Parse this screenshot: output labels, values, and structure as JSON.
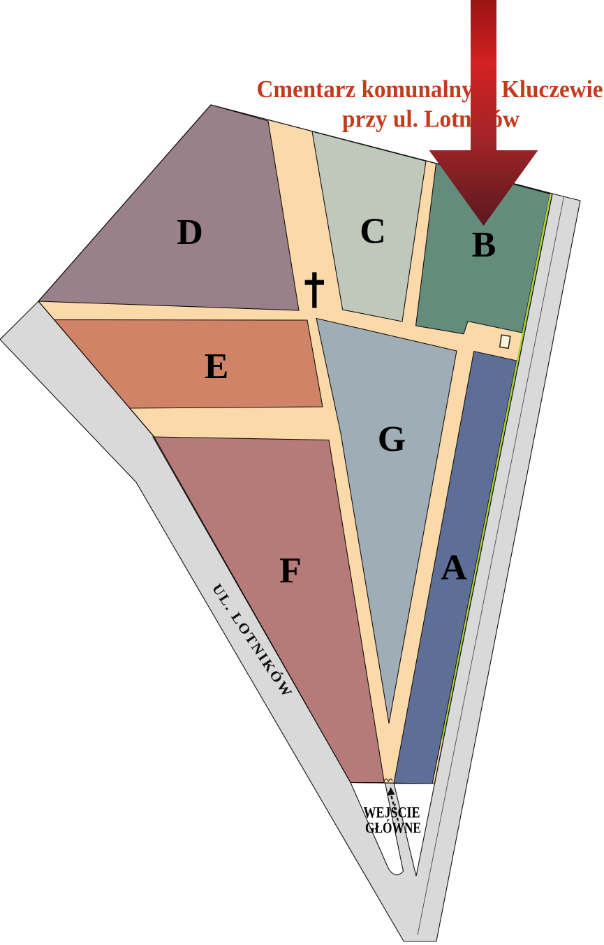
{
  "title": {
    "line1": "Cmentarz komunalny w Kluczewie",
    "line2": "przy ul. Lotników",
    "color": "#c43a1c"
  },
  "sections": {
    "A": {
      "label": "A",
      "color": "#5e6f97"
    },
    "B": {
      "label": "B",
      "color": "#648c7d"
    },
    "C": {
      "label": "C",
      "color": "#bfc8ba"
    },
    "D": {
      "label": "D",
      "color": "#9a8189"
    },
    "E": {
      "label": "E",
      "color": "#d08367"
    },
    "F": {
      "label": "F",
      "color": "#b67a79"
    },
    "G": {
      "label": "G",
      "color": "#9fadb6"
    }
  },
  "paths": {
    "color": "#fcd9a8"
  },
  "roads": {
    "color": "#d9d9d9",
    "street_label": "UL. LOTNIKÓW"
  },
  "entrance": {
    "line1": "WEJŚCIE",
    "line2": "GŁÓWNE"
  },
  "landmarks": {
    "chapel_cross": "cross",
    "building_color": "#faf3dc",
    "green_strip_color": "#a8d03c"
  },
  "pointer_arrow": {
    "color_top": "#9a1313",
    "color_bright": "#d32222",
    "color_mid": "#a02428",
    "color_tip": "#5a191e"
  }
}
